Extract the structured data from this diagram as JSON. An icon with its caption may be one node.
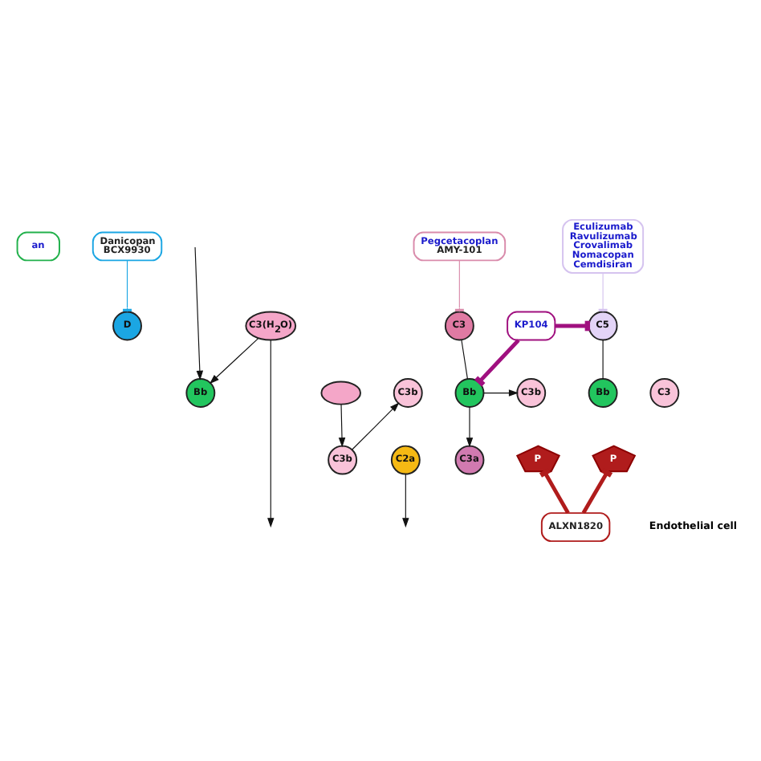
{
  "diagram": {
    "nodes": [
      {
        "text": [
          "an"
        ]
      },
      {
        "text": [
          "Danicopan",
          "BCX9930"
        ]
      },
      {
        "text": [
          "D"
        ]
      },
      {
        "text": [
          "Bb"
        ]
      },
      {
        "text": [
          "C3(H$_{2}$O)"
        ]
      },
      {
        "text": [],
        "shape": "ellipse"
      },
      {
        "text": [
          "C2a"
        ]
      },
      {
        "text": [
          "C3b"
        ]
      },
      {
        "text": [
          "Pegcetacoplan",
          "AMY-101"
        ]
      },
      {
        "text": [
          "C3"
        ]
      },
      {
        "text": [
          "KP104"
        ]
      },
      {
        "text": [
          "Eculizumab",
          "Ravulizumab",
          "Crovalimab",
          "Nomacopan",
          "Cemdisiran"
        ]
      },
      {
        "text": [
          "C5"
        ]
      },
      {
        "text": [
          "C3a"
        ]
      },
      {
        "text": [
          "C3b"
        ]
      },
      {
        "text": [
          "Bb"
        ]
      },
      {
        "text": [
          "P"
        ]
      },
      {
        "text": [
          "C3b"
        ]
      },
      {
        "text": [
          "C3"
        ]
      },
      {
        "text": [
          "Bb"
        ]
      },
      {
        "text": [
          "P"
        ]
      },
      {
        "text": [
          "ALXN1820"
        ]
      }
    ],
    "edges": [
      {
        "from": 1,
        "to": 2,
        "arrow": "other",
        "color": "#1ba6e3"
      },
      {
        "from": null,
        "to": 3,
        "arrow": "to"
      },
      {
        "from": 4,
        "to": 3,
        "arrow": "to"
      },
      {
        "from": 4,
        "to": null,
        "arrow": "to"
      },
      {
        "from": 6,
        "to": null,
        "arrow": "to"
      },
      {
        "from": 5,
        "to": 7,
        "arrow": "to"
      },
      {
        "from": 7,
        "to": 14,
        "arrow": "to"
      },
      {
        "from": 8,
        "to": 9,
        "arrow": "other",
        "color": "#d98bab"
      },
      {
        "from": 9,
        "to": 15,
        "arrow": "none"
      },
      {
        "from": 10,
        "to": 15,
        "arrow": "other",
        "style": "thick",
        "color": "#a0107f"
      },
      {
        "from": 10,
        "to": 12,
        "arrow": "other",
        "style": "thick",
        "color": "#a0107f"
      },
      {
        "from": 11,
        "to": 12,
        "arrow": "other",
        "color": "#d5c3ef"
      },
      {
        "from": 12,
        "to": 19,
        "arrow": "none"
      },
      {
        "from": 15,
        "to": 13,
        "arrow": "to"
      },
      {
        "from": 15,
        "to": 17,
        "arrow": "to"
      },
      {
        "from": 21,
        "to": 16,
        "arrow": "other",
        "style": "thick",
        "color": "#b01c1c"
      },
      {
        "from": 21,
        "to": 20,
        "arrow": "other",
        "style": "thick",
        "color": "#b01c1c"
      }
    ],
    "labels": [
      "Endothelial cell"
    ]
  }
}
